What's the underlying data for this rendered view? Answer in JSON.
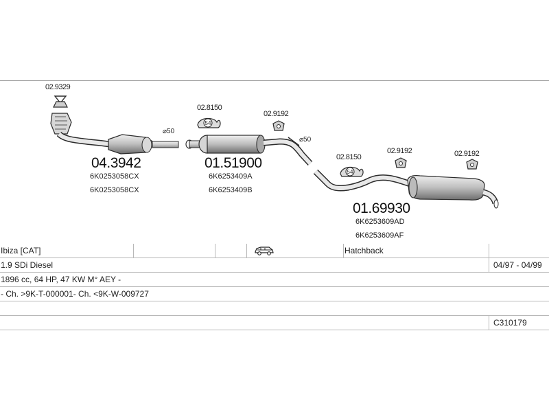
{
  "diagram": {
    "parts": [
      {
        "clamp_ref": "02.9329",
        "diameter": "⌀50",
        "part_number": "04.3942",
        "oem_numbers": [
          "6K0253058CX",
          "6K0253058CX"
        ]
      },
      {
        "mount_ref": "02.8150",
        "mount_label": "54",
        "clamp_ref": "02.9192",
        "diameter": "⌀50",
        "part_number": "01.51900",
        "oem_numbers": [
          "6K6253409A",
          "6K6253409B"
        ]
      },
      {
        "mount_ref": "02.8150",
        "mount_label": "54",
        "clamp_refs": [
          "02.9192",
          "02.9192"
        ],
        "part_number": "01.69930",
        "oem_numbers": [
          "6K6253609AD",
          "6K6253609AF"
        ]
      }
    ]
  },
  "vehicle": {
    "model": "Ibiza  [CAT]",
    "body_icon": "car-side-icon",
    "body_type": "Hatchback",
    "engine": "1.9 SDi Diesel",
    "period": "04/97 - 04/99",
    "specs": "1896 cc, 64 HP, 47 KW M° AEY -",
    "chassis": "- Ch. >9K-T-000001- Ch. <9K-W-009727",
    "code": "C310179"
  },
  "colors": {
    "line": "#2b2b2b",
    "pipe_fill": "#e6e6e6",
    "pipe_shade": "#8a8a8a",
    "grid": "#b8b8b8"
  }
}
